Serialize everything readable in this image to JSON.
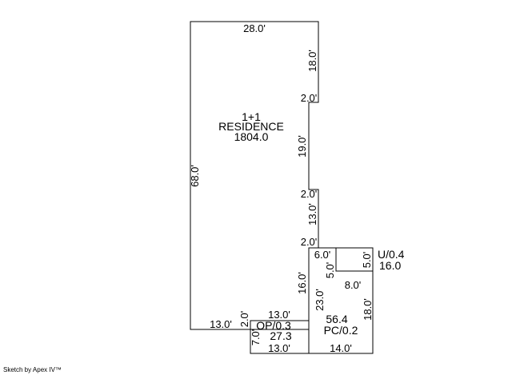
{
  "residence": {
    "line1": "1+1",
    "line2": "RESIDENCE",
    "area": "1804.0"
  },
  "utility": {
    "code": "U/0.4",
    "area": "16.0"
  },
  "open_porch": {
    "code": "OP/0.3",
    "area": "27.3"
  },
  "porch_covered": {
    "area": "56.4",
    "code": "PC/0.2"
  },
  "dimensions": {
    "top": "28.0'",
    "right_upper": "18.0'",
    "jog1": "2.0'",
    "right_mid": "19.0'",
    "jog2": "2.0'",
    "right_lower": "13.0'",
    "jog3": "2.0'",
    "left": "68.0'",
    "bottom_left": "13.0'",
    "util_top": "6.0'",
    "util_side": "5.0'",
    "util_inner_v": "5.0'",
    "pc_inner": "8.0'",
    "pc_left": "16.0'",
    "pc_mid": "23.0'",
    "pc_right": "18.0'",
    "pc_bottom": "14.0'",
    "op_top": "13.0'",
    "op_jog": "2.0'",
    "op_left": "7.0'",
    "op_bottom": "13.0'"
  },
  "footer": {
    "credit": "Sketch by Apex IV™"
  }
}
